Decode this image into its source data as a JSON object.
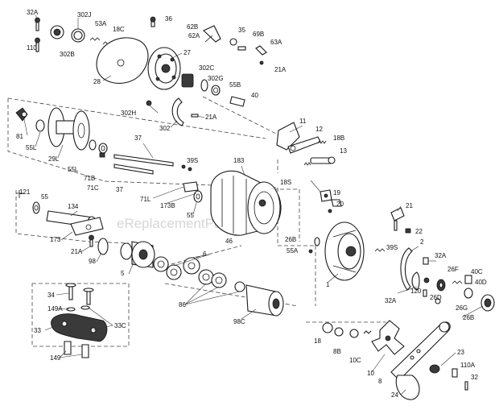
{
  "diagram": {
    "watermark": "eReplacementParts.com",
    "callouts": [
      "32A",
      "110",
      "302J",
      "302B",
      "53A",
      "18C",
      "36",
      "62B",
      "62A",
      "35",
      "69B",
      "63A",
      "21A",
      "28",
      "27",
      "302C",
      "302G",
      "55B",
      "40",
      "302H",
      "302",
      "21A",
      "81",
      "55L",
      "29L",
      "11",
      "12",
      "18B",
      "13",
      "55L",
      "71B",
      "71C",
      "37",
      "37",
      "39S",
      "183",
      "173B",
      "71L",
      "18S",
      "55",
      "121",
      "55",
      "134",
      "19",
      "20",
      "21",
      "173",
      "21A",
      "98",
      "46",
      "26B",
      "22",
      "55A",
      "39S",
      "2",
      "5",
      "6",
      "32A",
      "26F",
      "40C",
      "40D",
      "120",
      "32A",
      "26D",
      "26G",
      "26B",
      "34",
      "149A",
      "33C",
      "33",
      "149",
      "86",
      "98C",
      "18",
      "8B",
      "10C",
      "10",
      "8",
      "23",
      "110A",
      "24",
      "32",
      "1"
    ]
  }
}
